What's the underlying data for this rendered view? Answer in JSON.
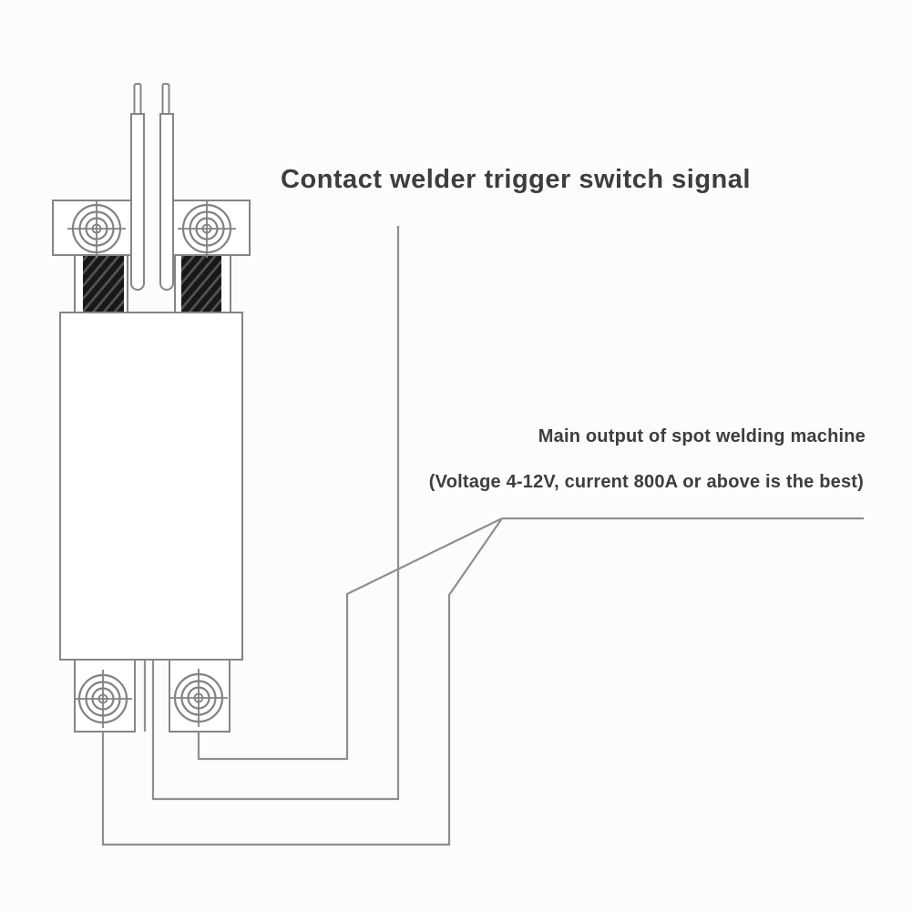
{
  "title": "Contact welder trigger switch signal",
  "annotations": {
    "main_output_line1": "Main output of spot welding machine",
    "main_output_line2": "(Voltage 4-12V, current 800A or above is the best)"
  },
  "colors": {
    "background": "#fcfcfc",
    "line_gray": "#8a8a8a",
    "text_gray": "#3d3d3d",
    "braid_dark": "#181818",
    "braid_highlight": "#555555"
  },
  "diagram_parts": [
    "electrode-needle-left",
    "electrode-needle-right",
    "top-clamp-left",
    "top-clamp-right",
    "screw-icon",
    "braided-cable-left",
    "braided-cable-right",
    "pen-body",
    "bottom-terminal-left",
    "bottom-terminal-right",
    "trigger-signal-wire",
    "output-wire-left-terminal",
    "output-wire-right-terminal",
    "output-lead-wire"
  ]
}
